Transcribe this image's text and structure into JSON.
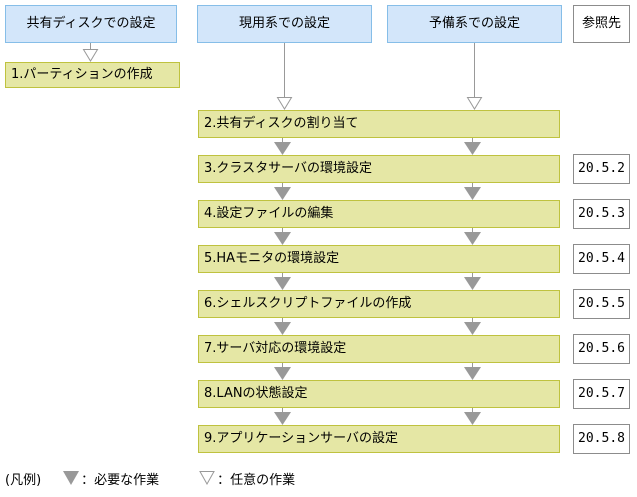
{
  "columns": {
    "headers": [
      {
        "label": "共有ディスクでの設定"
      },
      {
        "label": "現用系での設定"
      },
      {
        "label": "予備系での設定"
      }
    ],
    "reference_header_label": "参照先"
  },
  "steps": [
    "1.パーティションの作成",
    "2.共有ディスクの割り当て",
    "3.クラスタサーバの環境設定",
    "4.設定ファイルの編集",
    "5.HAモニタの環境設定",
    "6.シェルスクリプトファイルの作成",
    "7.サーバ対応の環境設定",
    "8.LANの状態設定",
    "9.アプリケーションサーバの設定"
  ],
  "references": [
    "20.5.2",
    "20.5.3",
    "20.5.4",
    "20.5.5",
    "20.5.6",
    "20.5.7",
    "20.5.8"
  ],
  "legend": {
    "caption": "(凡例)",
    "required_label": "：必要な作業",
    "optional_label": "：任意の作業"
  },
  "colors": {
    "header_fill": "#d3e6fa",
    "header_border": "#86bee8",
    "step_fill": "#e5e7a5",
    "step_border": "#bfc23f",
    "reference_border": "#8c8c8c",
    "arrow_gray": "#999999"
  }
}
